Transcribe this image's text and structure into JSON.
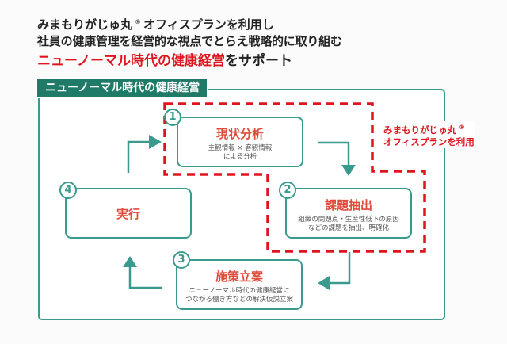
{
  "headline": {
    "line1_pre": "みまもりがじゅ丸",
    "line1_reg": "®",
    "line1_post": "オフィスプランを利用し",
    "line2": "社員の健康管理を経営的な視点でとらえ戦略的に取り組む",
    "line3_highlight": "ニューノーマル時代の健康経営",
    "line3_rest": "をサポート"
  },
  "diagram": {
    "title": "ニューノーマル時代の健康経営",
    "plan_label": {
      "line1": "みまもりがじゅ丸",
      "reg": "®",
      "line2": "オフィスプランを利用"
    },
    "steps": [
      {
        "number": "1",
        "title": "現状分析",
        "desc_line1": "主観情報 × 客観情報",
        "desc_line2": "による分析"
      },
      {
        "number": "2",
        "title": "課題抽出",
        "desc_line1": "組織の問題点・生産性低下の原因",
        "desc_line2": "などの課題を抽出、明確化"
      },
      {
        "number": "3",
        "title": "施策立案",
        "desc_line1": "ニューノーマル時代の健康経営に",
        "desc_line2": "つながる働き方などの解決仮説立案"
      },
      {
        "number": "4",
        "title": "実行"
      }
    ],
    "colors": {
      "teal": "#3a9a8e",
      "title_bar": "#1f7a68",
      "accent_red": "#e0141e",
      "step_title": "#e04b3a"
    }
  }
}
